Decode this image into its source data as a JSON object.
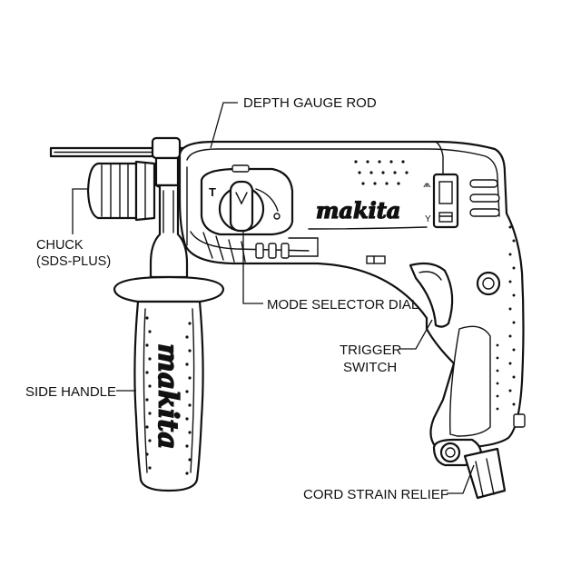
{
  "labels": {
    "depth_gauge_rod": "DEPTH GAUGE ROD",
    "chuck_line1": "CHUCK",
    "chuck_line2": "(SDS-PLUS)",
    "mode_selector_dial": "MODE SELECTOR DIAL",
    "trigger_line1": "TRIGGER",
    "trigger_line2": "SWITCH",
    "side_handle": "SIDE HANDLE",
    "cord_strain_relief": "CORD STRAIN RELIEF"
  },
  "brand": {
    "body_logo": "makita",
    "handle_logo": "makita"
  },
  "markings": {
    "dial_mode_label": "T",
    "switch_top_symbol": "⩕",
    "switch_bottom_symbol": "Y"
  }
}
